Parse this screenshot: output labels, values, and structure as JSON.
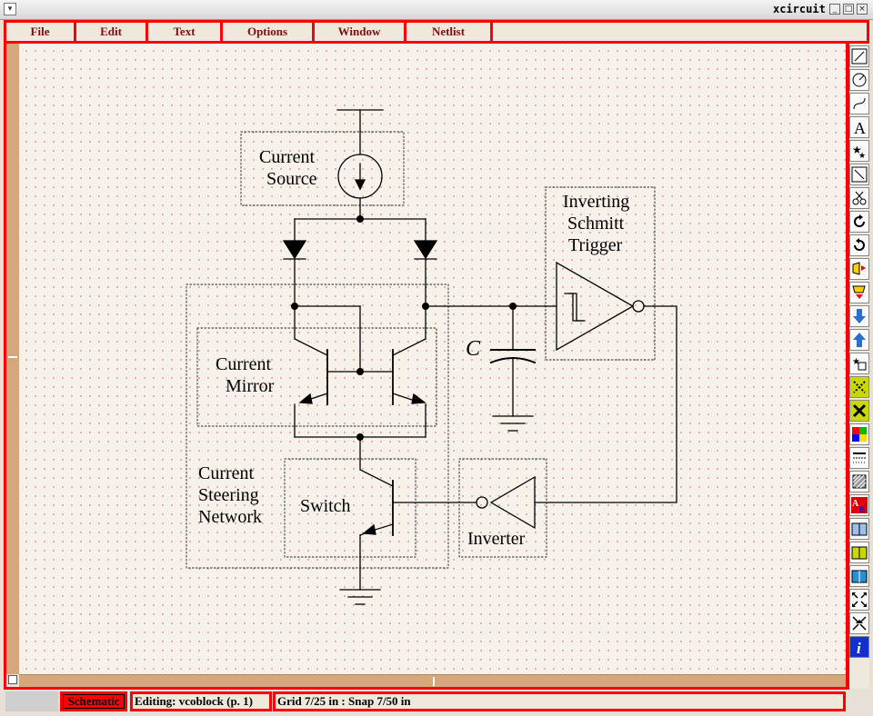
{
  "window": {
    "title": "xcircuit",
    "menu_button_icon": "window-menu-icon",
    "controls": [
      "minimize-icon",
      "maximize-icon",
      "close-icon"
    ]
  },
  "menu": {
    "file": "File",
    "edit": "Edit",
    "text": "Text",
    "options": "Options",
    "window": "Window",
    "netlist": "Netlist"
  },
  "toolbar": {
    "tools": [
      "wire-icon",
      "circle-icon",
      "spline-icon",
      "text-icon",
      "select-icon",
      "edit-icon",
      "cut-icon",
      "rotate-cw-icon",
      "rotate-ccw-icon",
      "flip-horizontal-icon",
      "flip-vertical-icon",
      "push-icon",
      "pop-icon",
      "library-icon",
      "join-icon",
      "unjoin-icon",
      "color-icon",
      "border-icon",
      "fill-icon",
      "text-style-icon",
      "library-view-icon",
      "page-view-icon",
      "book-icon",
      "zoom-in-icon",
      "zoom-out-icon",
      "help-icon"
    ]
  },
  "colors": {
    "frame": "#ff0000",
    "menu_text": "#7a1010",
    "canvas": "#f6f2ea",
    "grid_dots": "#d9a0a0",
    "scrollbar": "#d6a77a"
  },
  "schematic": {
    "labels": {
      "current_source_1": "Current",
      "current_source_2": "Source",
      "schmitt_1": "Inverting",
      "schmitt_2": "Schmitt",
      "schmitt_3": "Trigger",
      "capacitor": "C",
      "mirror_1": "Current",
      "mirror_2": "Mirror",
      "steering_1": "Current",
      "steering_2": "Steering",
      "steering_3": "Network",
      "switch": "Switch",
      "inverter": "Inverter"
    }
  },
  "status": {
    "mode": "Schematic",
    "editing": "Editing: vcoblock (p. 1)",
    "grid": "Grid 7/25 in : Snap 7/50 in"
  }
}
